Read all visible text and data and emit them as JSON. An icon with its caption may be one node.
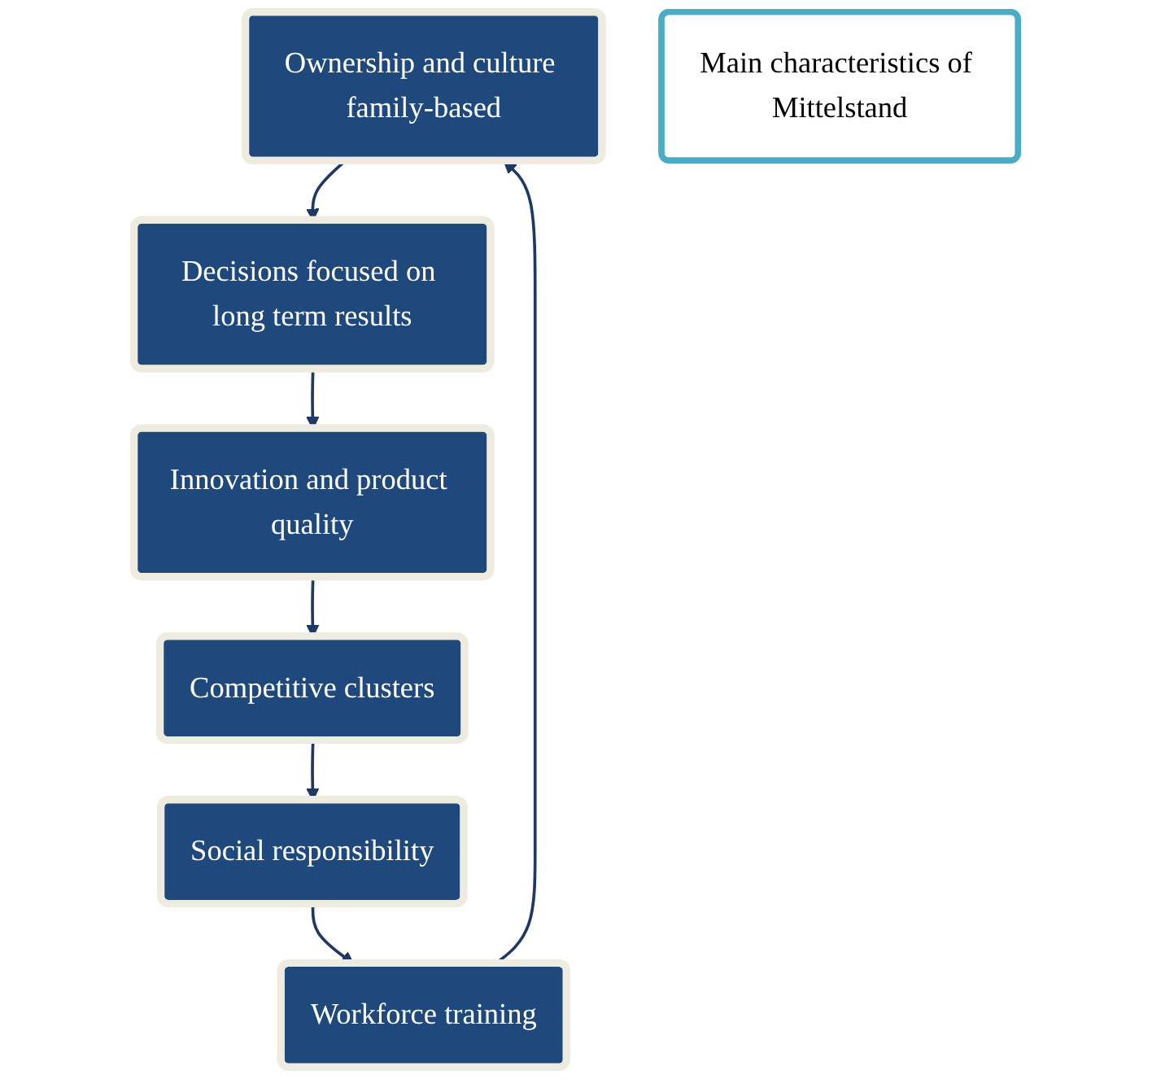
{
  "diagram": {
    "nodes": [
      {
        "text": [
          "Ownership and culture family-based"
        ]
      },
      {
        "text": [
          "Decisions focused on long term results"
        ]
      },
      {
        "text": [
          "Innovation and product quality"
        ]
      },
      {
        "text": [
          "Competitive clusters"
        ]
      },
      {
        "text": [
          "Social responsibility"
        ]
      },
      {
        "text": [
          "Workforce training"
        ]
      },
      {
        "text": [
          "Main characteristics of Mittelstand"
        ]
      }
    ],
    "edges": [
      {
        "from": 0,
        "to": 1,
        "arrow": "to"
      },
      {
        "from": 1,
        "to": 2,
        "arrow": "to"
      },
      {
        "from": 2,
        "to": 3,
        "arrow": "to"
      },
      {
        "from": 3,
        "to": 4,
        "arrow": "to"
      },
      {
        "from": 4,
        "to": 5,
        "arrow": "to"
      },
      {
        "from": 5,
        "to": 0,
        "arrow": "to"
      }
    ]
  }
}
